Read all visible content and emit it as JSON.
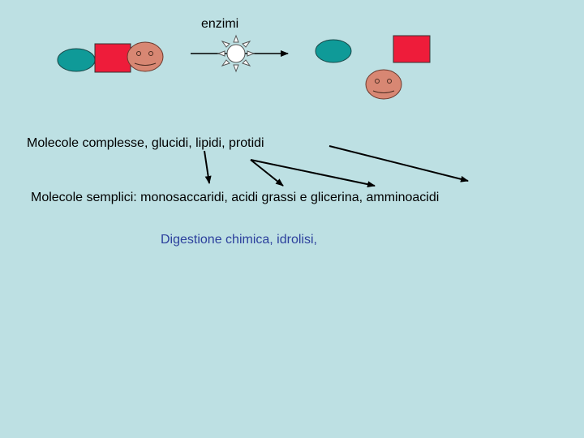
{
  "labels": {
    "enzymes": "enzimi",
    "complex_molecules": "Molecole complesse, glucidi, lipidi, protidi",
    "simple_molecules": "Molecole semplici: monosaccaridi, acidi grassi e glicerina, amminoacidi",
    "process": "Digestione chimica, idrolisi,"
  },
  "icons": {
    "enzyme": "sun-icon",
    "smiley": "smiley-face-icon"
  },
  "colors": {
    "background": "#bde0e3",
    "ellipse": "#0f9a98",
    "square": "#ee1c3a",
    "face": "#d88773",
    "process_text": "#2b3f9c"
  }
}
